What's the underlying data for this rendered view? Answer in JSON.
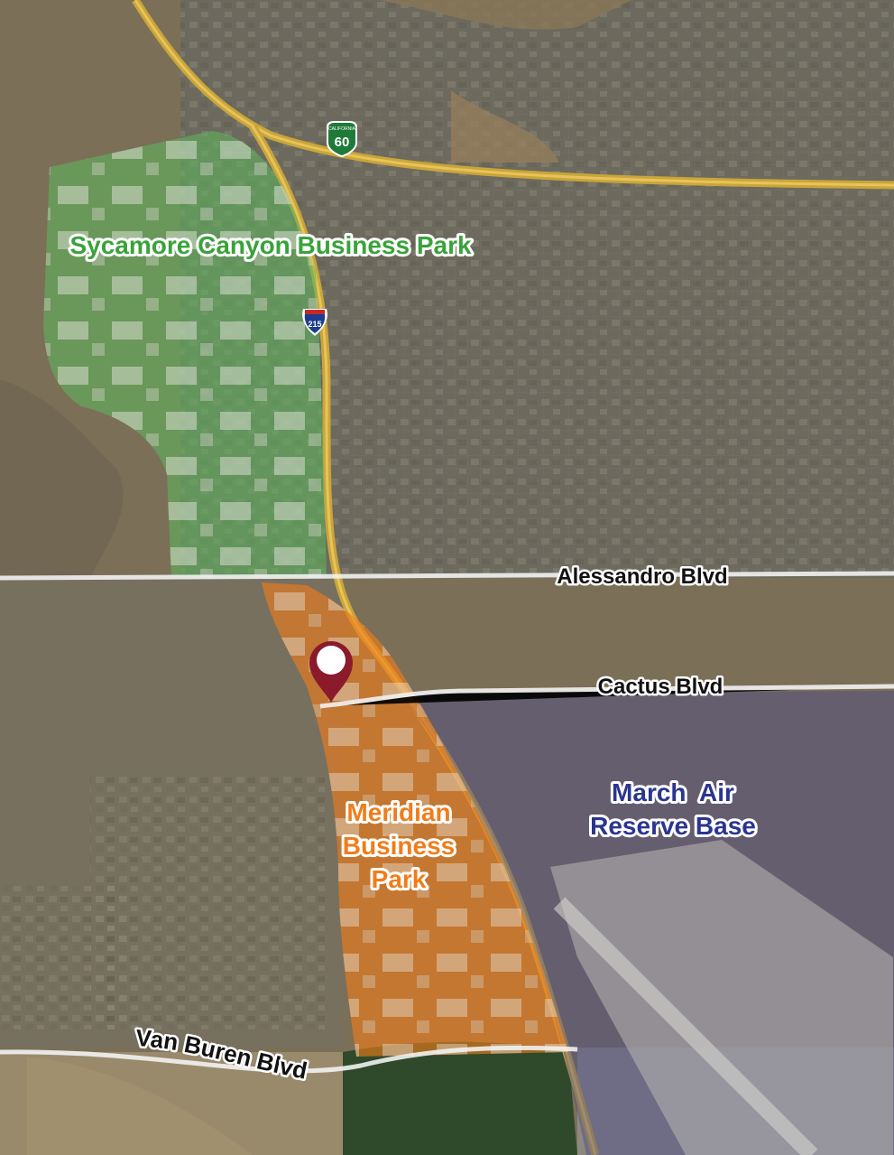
{
  "map": {
    "regions": {
      "sycamore": {
        "label": "Sycamore Canyon Business Park",
        "color": "#5cb85c",
        "text_color": "#3aa23a"
      },
      "meridian": {
        "label_lines": [
          "Meridian",
          "Business",
          "Park"
        ],
        "color": "#f07d1a",
        "text_color": "#f07d1a"
      },
      "march": {
        "label_lines": [
          "March  Air",
          "Reserve Base"
        ],
        "color": "#4a4a8c",
        "text_color": "#2b3590"
      }
    },
    "roads": {
      "alessandro": "Alessandro Blvd",
      "cactus": "Cactus Blvd",
      "van_buren": "Van Buren Blvd"
    },
    "highway_shields": {
      "ca60": {
        "number": "60",
        "top_text": "CALIFORNIA"
      },
      "i215": {
        "number": "215"
      }
    },
    "marker": {
      "icon": "map-pin-icon",
      "color": "#8b1a2b"
    }
  }
}
